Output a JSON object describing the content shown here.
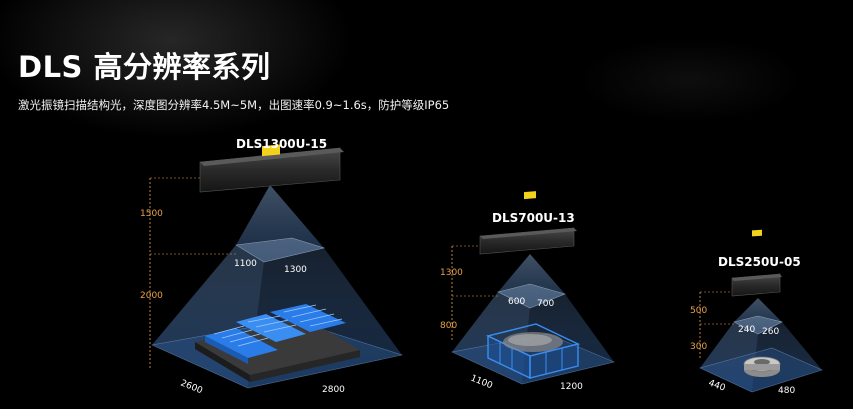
{
  "header": {
    "title": "DLS 高分辨率系列",
    "subtitle": "激光振镜扫描结构光，深度图分辨率4.5M~5M，出图速率0.9~1.6s，防护等级IP65"
  },
  "colors": {
    "background": "#000000",
    "dimension_orange": "#e8a24a",
    "frustum_blue": "#4f86c6",
    "scanner_body": "#2a2a2a",
    "warning_label": "#f2d21b",
    "part_blue": "#2a7de8"
  },
  "products": [
    {
      "model": "DLS1300U-15",
      "height_near": "1500",
      "height_far": "2000",
      "near_width": "1100",
      "near_depth": "1300",
      "far_width": "2600",
      "far_depth": "2800",
      "target_icon": "battery-cells-icon"
    },
    {
      "model": "DLS700U-13",
      "height_near": "1300",
      "height_far": "800",
      "near_width": "600",
      "near_depth": "700",
      "far_width": "1100",
      "far_depth": "1200",
      "target_icon": "parts-bin-icon"
    },
    {
      "model": "DLS250U-05",
      "height_near": "500",
      "height_far": "300",
      "near_width": "240",
      "near_depth": "260",
      "far_width": "440",
      "far_depth": "480",
      "target_icon": "gear-icon"
    }
  ]
}
